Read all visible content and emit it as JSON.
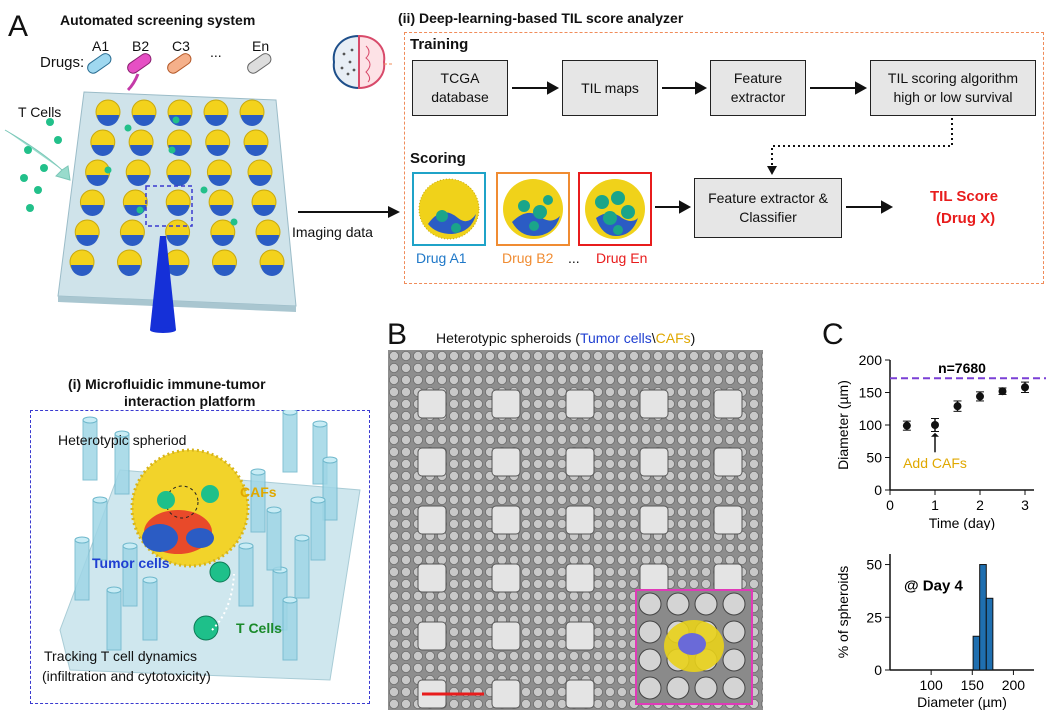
{
  "panels": {
    "A": "A",
    "B": "B",
    "C": "C"
  },
  "screening": {
    "title": "Automated screening system",
    "drugs_label": "Drugs:",
    "drug_names": [
      "A1",
      "B2",
      "C3",
      "...",
      "En"
    ],
    "tcells": "T Cells",
    "imaging": "Imaging data"
  },
  "analyzer": {
    "title": "(ii) Deep-learning-based TIL score analyzer",
    "training": "Training",
    "box1": "TCGA database",
    "box2": "TIL maps",
    "box3": "Feature extractor",
    "box4": "TIL scoring algorithm high or low survival",
    "scoring": "Scoring",
    "thumb1": "Drug A1",
    "thumb2": "Drug B2",
    "dots": "...",
    "thumb3": "Drug En",
    "box5": "Feature extractor & Classifier",
    "score1": "TIL Score",
    "score2": "(Drug X)"
  },
  "platform": {
    "title1": "(i) Microfluidic immune-tumor",
    "title2": "interaction platform",
    "spheroid": "Heterotypic spheriod",
    "cafs": "CAFs",
    "tumor": "Tumor cells",
    "tcells": "T Cells",
    "track1": "Tracking T cell dynamics",
    "track2": "(infiltration and cytotoxicity)"
  },
  "micro": {
    "title_pre": "Heterotypic spheroids (",
    "title_tumor": "Tumor cells",
    "title_sep": "\\",
    "title_cafs": "CAFs",
    "title_post": ")"
  },
  "colors": {
    "tumor": "#1f3fd1",
    "cafs": "#e0a800",
    "red": "#e81c1c",
    "blue": "#1f78c8",
    "orange": "#f08c32",
    "green": "#1a8a2a",
    "purple": "#7a3fd6"
  },
  "chart_data": [
    {
      "type": "scatter",
      "ylabel": "Diameter (µm)",
      "xlabel": "Time (day)",
      "annotation": "n=7680",
      "arrow_label": "Add CAFs",
      "x": [
        0.375,
        1,
        1.5,
        2,
        2.5,
        3
      ],
      "values": [
        99,
        100,
        129,
        144,
        152,
        158
      ],
      "errors": [
        7,
        10,
        8,
        7,
        5,
        8
      ],
      "xlim": [
        0,
        3.2
      ],
      "ylim": [
        0,
        200
      ],
      "xticks": [
        "0",
        "1",
        "2",
        "3"
      ],
      "yticks": [
        "0",
        "50",
        "100",
        "150",
        "200"
      ],
      "reference_line": 172
    },
    {
      "type": "bar",
      "ylabel": "% of spheroids",
      "xlabel": "Diameter   (µm)",
      "annotation": "@ Day 4",
      "x": [
        155,
        163,
        171
      ],
      "values": [
        16,
        50,
        34
      ],
      "xlim": [
        50,
        225
      ],
      "ylim": [
        0,
        55
      ],
      "xticks": [
        "100",
        "150",
        "200"
      ],
      "yticks": [
        "0",
        "25",
        "50"
      ]
    }
  ]
}
